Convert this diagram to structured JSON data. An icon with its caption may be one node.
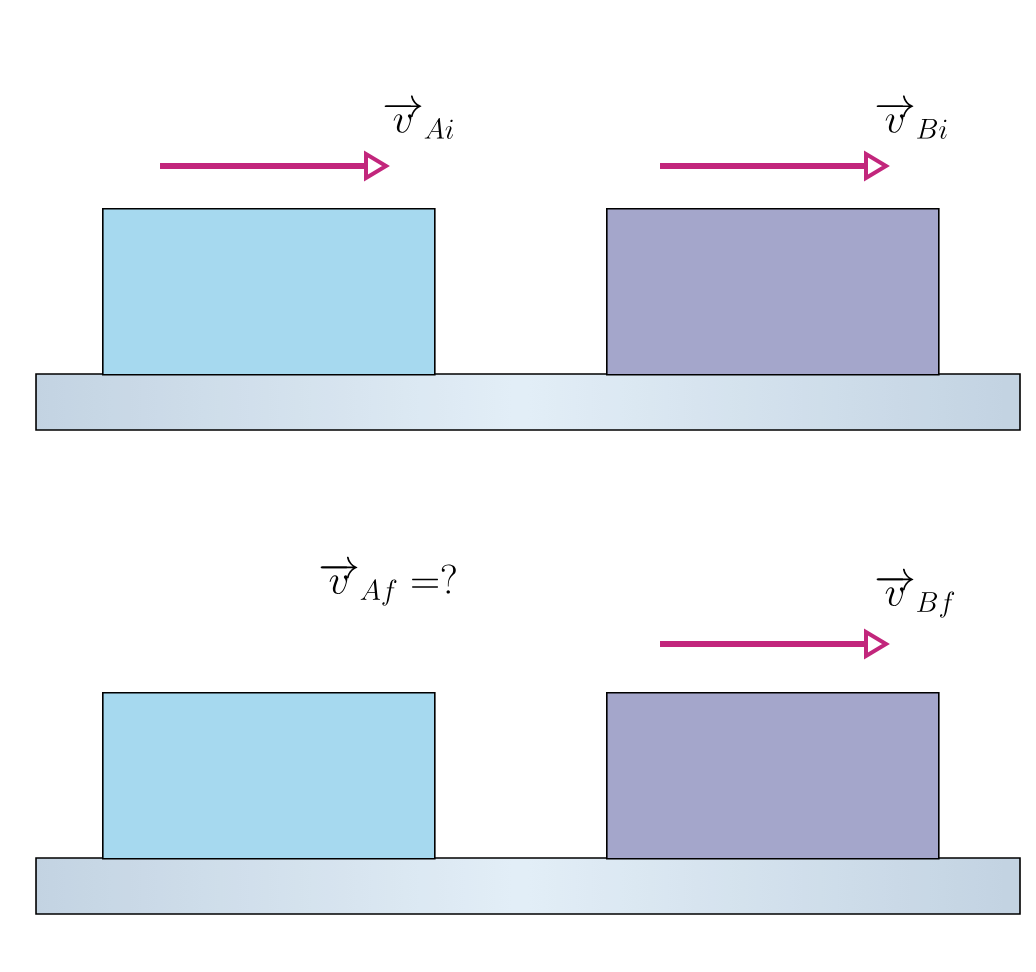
{
  "diagram": {
    "nodes": [
      {
        "text": [],
        "shape": "box"
      },
      {
        "text": [],
        "shape": "box"
      },
      {
        "text": [],
        "shape": "box"
      },
      {
        "text": [],
        "shape": "box"
      }
    ],
    "labels": [
      "\\overrightarrow{v}_{Ai}",
      "\\overrightarrow{v}_{Bi}",
      "\\overrightarrow{v}_{Af} = ?",
      "\\overrightarrow{v}_{Bf}"
    ]
  }
}
